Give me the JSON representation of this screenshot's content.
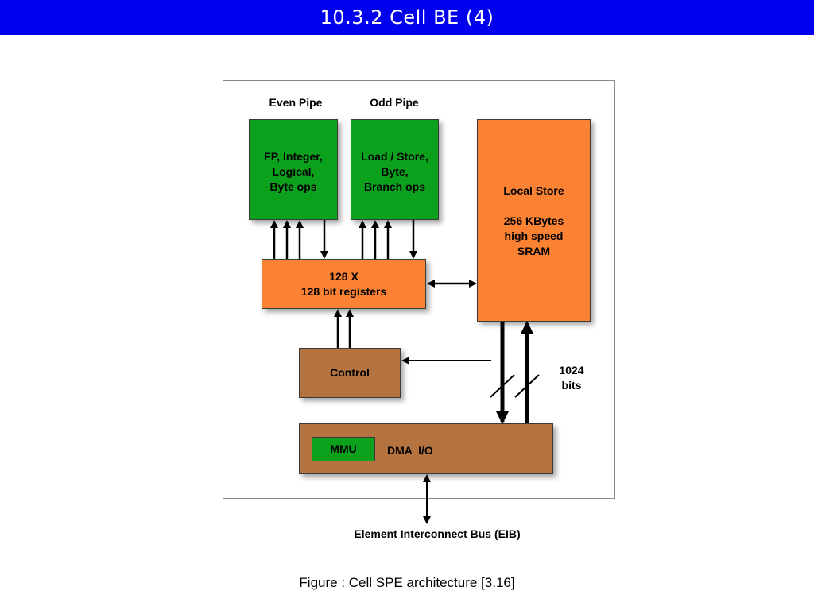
{
  "slide": {
    "title": "10.3.2 Cell BE (4)"
  },
  "diagram": {
    "even_pipe_label": "Even Pipe",
    "odd_pipe_label": "Odd Pipe",
    "even_pipe_block": {
      "lines": [
        "FP, Integer,",
        "Logical,",
        "Byte ops"
      ]
    },
    "odd_pipe_block": {
      "lines": [
        "Load / Store,",
        "Byte,",
        "Branch ops"
      ]
    },
    "register_block": {
      "lines": [
        "128 X",
        "128 bit registers"
      ]
    },
    "local_store_block": {
      "lines": [
        "Local Store",
        "",
        "256 KBytes",
        "high speed",
        "SRAM"
      ]
    },
    "control_block": {
      "label": "Control"
    },
    "dma_block": {
      "label": "DMA  I/O"
    },
    "mmu_block": {
      "label": "MMU"
    },
    "bus_width_label": {
      "lines": [
        "1024",
        "bits"
      ]
    },
    "eib_label": "Element Interconnect Bus (EIB)"
  },
  "caption": "Figure : Cell SPE architecture [3.16]",
  "colors": {
    "title_bar": "#0000ee",
    "green_block": "#0ba11c",
    "orange_block": "#fa8232",
    "brown_block": "#b4733f"
  }
}
